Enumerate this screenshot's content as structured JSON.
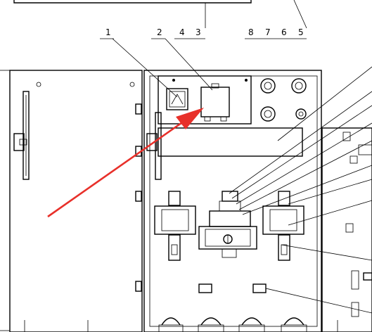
{
  "callouts": {
    "c1": "1",
    "c2": "2",
    "c4": "4",
    "c3": "3",
    "c8": "8",
    "c7": "7",
    "c6": "6",
    "c5": "5"
  },
  "colors": {
    "ink": "#000000",
    "arrow": "#e8302a",
    "paper": "#ffffff"
  }
}
